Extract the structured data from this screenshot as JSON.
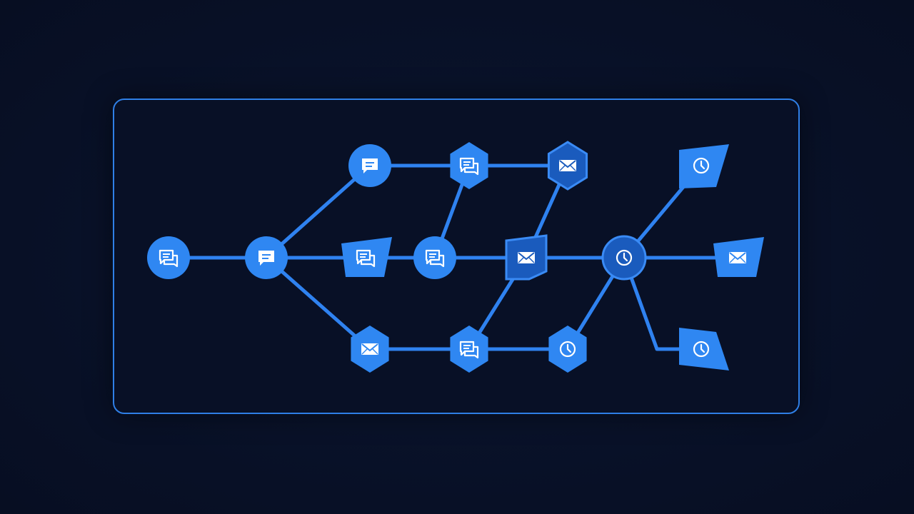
{
  "diagram": {
    "colors": {
      "background": "#081026",
      "panel_border": "#2f7fe6",
      "edge": "#2f82f0",
      "node_light": "#2f87f2",
      "node_dark": "#1a5bbd",
      "node_dark_border": "#3a8bf5",
      "icon": "#ffffff"
    },
    "nodes": [
      {
        "id": "n1",
        "shape": "circle",
        "icon": "chat-bubbles-icon",
        "tone": "light"
      },
      {
        "id": "n2",
        "shape": "circle",
        "icon": "chat-bubble-icon",
        "tone": "light"
      },
      {
        "id": "n3",
        "shape": "circle",
        "icon": "chat-bubble-icon",
        "tone": "light"
      },
      {
        "id": "n4",
        "shape": "trapezoid",
        "icon": "chat-bubbles-icon",
        "tone": "light"
      },
      {
        "id": "n5",
        "shape": "hexagon",
        "icon": "envelope-icon",
        "tone": "light"
      },
      {
        "id": "n6",
        "shape": "hexagon",
        "icon": "chat-bubbles-icon",
        "tone": "light"
      },
      {
        "id": "n7",
        "shape": "circle",
        "icon": "chat-bubbles-icon",
        "tone": "light"
      },
      {
        "id": "n8",
        "shape": "hexagon",
        "icon": "chat-bubbles-icon",
        "tone": "light"
      },
      {
        "id": "n9",
        "shape": "hexagon",
        "icon": "envelope-icon",
        "tone": "dark"
      },
      {
        "id": "n10",
        "shape": "quad",
        "icon": "envelope-icon",
        "tone": "dark"
      },
      {
        "id": "n11",
        "shape": "hexagon",
        "icon": "clock-icon",
        "tone": "light"
      },
      {
        "id": "n12",
        "shape": "circle",
        "icon": "clock-icon",
        "tone": "dark"
      },
      {
        "id": "n13",
        "shape": "parallelogram",
        "icon": "clock-icon",
        "tone": "light"
      },
      {
        "id": "n14",
        "shape": "trapezoid",
        "icon": "envelope-icon",
        "tone": "light"
      },
      {
        "id": "n15",
        "shape": "quad-down",
        "icon": "clock-icon",
        "tone": "light"
      }
    ],
    "edges": [
      [
        "n1",
        "n2"
      ],
      [
        "n2",
        "n3"
      ],
      [
        "n2",
        "n4"
      ],
      [
        "n2",
        "n5"
      ],
      [
        "n3",
        "n6"
      ],
      [
        "n4",
        "n7"
      ],
      [
        "n5",
        "n8"
      ],
      [
        "n6",
        "n9"
      ],
      [
        "n6",
        "n7"
      ],
      [
        "n7",
        "n10"
      ],
      [
        "n9",
        "n10"
      ],
      [
        "n8",
        "n10"
      ],
      [
        "n8",
        "n11"
      ],
      [
        "n10",
        "n12"
      ],
      [
        "n11",
        "n12"
      ],
      [
        "n12",
        "n13"
      ],
      [
        "n12",
        "n14"
      ],
      [
        "n12",
        "n15"
      ]
    ]
  }
}
